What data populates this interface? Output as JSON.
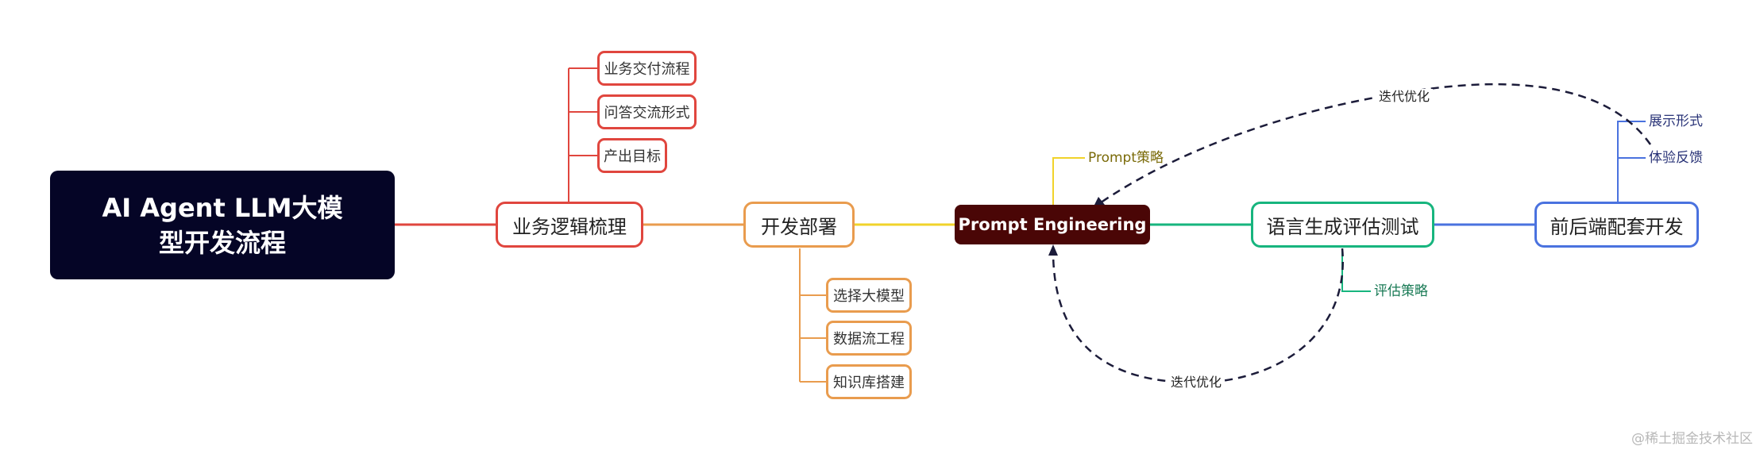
{
  "root": {
    "label": "AI Agent LLM大模型开发流程",
    "color": "#050526"
  },
  "colors": {
    "red": "#e0463e",
    "orange": "#e99c4e",
    "yellow": "#f1d32a",
    "darkred": "#4a0606",
    "green": "#17b57e",
    "blue": "#4a72df",
    "olive": "#7a6a08",
    "greenText": "#197a55",
    "navy": "#2a3478",
    "dash": "#1c1c3a"
  },
  "nodes": {
    "business": {
      "label": "业务逻辑梳理",
      "children": [
        "业务交付流程",
        "问答交流形式",
        "产出目标"
      ]
    },
    "deploy": {
      "label": "开发部署",
      "children": [
        "选择大模型",
        "数据流工程",
        "知识库搭建"
      ]
    },
    "prompt": {
      "label": "Prompt Engineering",
      "leaf": "Prompt策略"
    },
    "eval": {
      "label": "语言生成评估测试",
      "leaf": "评估策略"
    },
    "frontend": {
      "label": "前后端配套开发",
      "children": [
        "展示形式",
        "体验反馈"
      ]
    }
  },
  "loops": {
    "top_label": "迭代优化",
    "bottom_label": "迭代优化"
  },
  "watermark": "@稀土掘金技术社区"
}
